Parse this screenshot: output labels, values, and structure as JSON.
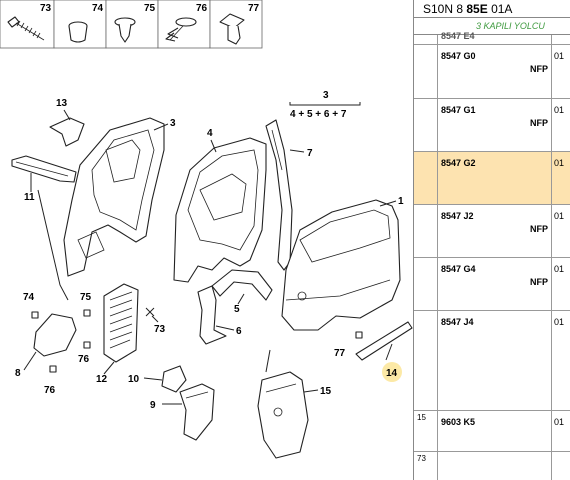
{
  "parts_list": {
    "header_prefix": "S10N 8",
    "header_bold": "85E",
    "header_suffix": "01A",
    "subtitle": "3 KAPILI YOLCU",
    "partial_ref": "8547 E4",
    "rows": [
      {
        "ref": "8547 G0",
        "qty": "01",
        "nfp": "NFP",
        "group": "",
        "selected": false
      },
      {
        "ref": "8547 G1",
        "qty": "01",
        "nfp": "NFP",
        "group": "",
        "selected": false
      },
      {
        "ref": "8547 G2",
        "qty": "01",
        "nfp": "",
        "group": "",
        "selected": true
      },
      {
        "ref": "8547 J2",
        "qty": "01",
        "nfp": "NFP",
        "group": "",
        "selected": false
      },
      {
        "ref": "8547 G4",
        "qty": "01",
        "nfp": "NFP",
        "group": "",
        "selected": false
      },
      {
        "ref": "8547 J4",
        "qty": "01",
        "nfp": "",
        "group": "",
        "selected": false
      },
      {
        "ref": "9603 K5",
        "qty": "01",
        "nfp": "",
        "group": "15",
        "selected": false
      },
      {
        "ref": "",
        "qty": "",
        "nfp": "",
        "group": "73",
        "selected": false
      }
    ]
  },
  "diagram": {
    "header_labels": [
      "73",
      "74",
      "75",
      "76",
      "77"
    ],
    "callouts": {
      "c1": "1",
      "c3": "3",
      "c4": "4",
      "c5": "5",
      "c6": "6",
      "c7": "7",
      "c8": "8",
      "c9": "9",
      "c10": "10",
      "c11": "11",
      "c12": "12",
      "c13": "13",
      "c14": "14",
      "c15": "15",
      "c73": "73",
      "c74": "74",
      "c75": "75",
      "c76": "76",
      "c77": "77"
    },
    "group_number": "3",
    "group_formula": "4 + 5 + 6 + 7",
    "highlight_color": "#fce9a6"
  }
}
